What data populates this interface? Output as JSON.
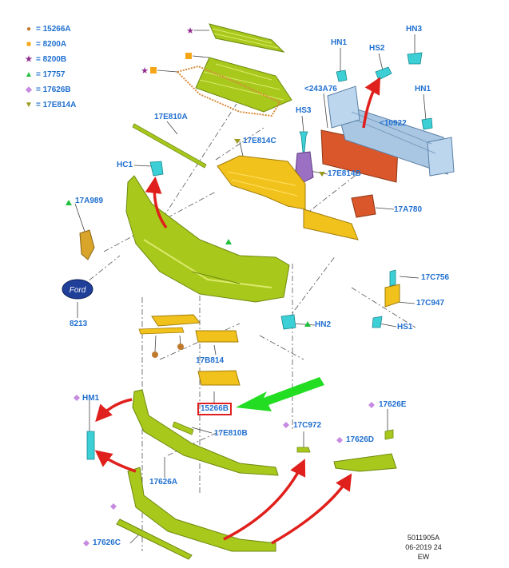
{
  "legend": [
    {
      "symbol": "●",
      "color": "#c07a2c",
      "text": "= 15266A",
      "icon": "brown-circle-icon"
    },
    {
      "symbol": "■",
      "color": "#f5a516",
      "text": "= 8200A",
      "icon": "orange-square-icon"
    },
    {
      "symbol": "★",
      "color": "#8e2a8e",
      "text": "= 8200B",
      "icon": "purple-star-icon"
    },
    {
      "symbol": "▲",
      "color": "#22c03c",
      "text": "= 17757",
      "icon": "green-triangle-icon"
    },
    {
      "symbol": "◆",
      "color": "#c68be0",
      "text": "= 17626B",
      "icon": "lilac-diamond-icon"
    },
    {
      "symbol": "▼",
      "color": "#9a9a1c",
      "text": "= 17E814A",
      "icon": "olive-triangle-down-icon"
    }
  ],
  "labels": {
    "hn1_top": "HN1",
    "hn3": "HN3",
    "hs2": "HS2",
    "l243a76": "<243A76",
    "hn1_right": "HN1",
    "l10922": "<10922",
    "hs3": "HS3",
    "l17e810a": "17E810A",
    "l17e814c": "17E814C",
    "hc1": "HC1",
    "l17e814b": "17E814B",
    "l17a989": "17A989",
    "l17a780": "17A780",
    "l8213": "8213",
    "l17c756": "17C756",
    "l17c947": "17C947",
    "hn2": "HN2",
    "hs1": "HS1",
    "l17b814": "17B814",
    "l15266b": "15266B",
    "hm1": "HM1",
    "l17e810b": "17E810B",
    "l17c972": "17C972",
    "l17626e": "17626E",
    "l17626d": "17626D",
    "l17626a": "17626A",
    "l17626c": "17626C"
  },
  "badge_text": "Ford",
  "footer": {
    "code": "5011905A",
    "date": "06-2019 24",
    "initials": "EW"
  },
  "colors": {
    "label_blue": "#1f6fd0",
    "part_green": "#a8c81c",
    "part_yellow": "#f2c21c",
    "beam_blue": "#a9c7e3",
    "absorber_red": "#d9572a",
    "arrow_red": "#e0201c",
    "arrow_green": "#22dd22",
    "clip_cyan": "#3ccfd6"
  }
}
